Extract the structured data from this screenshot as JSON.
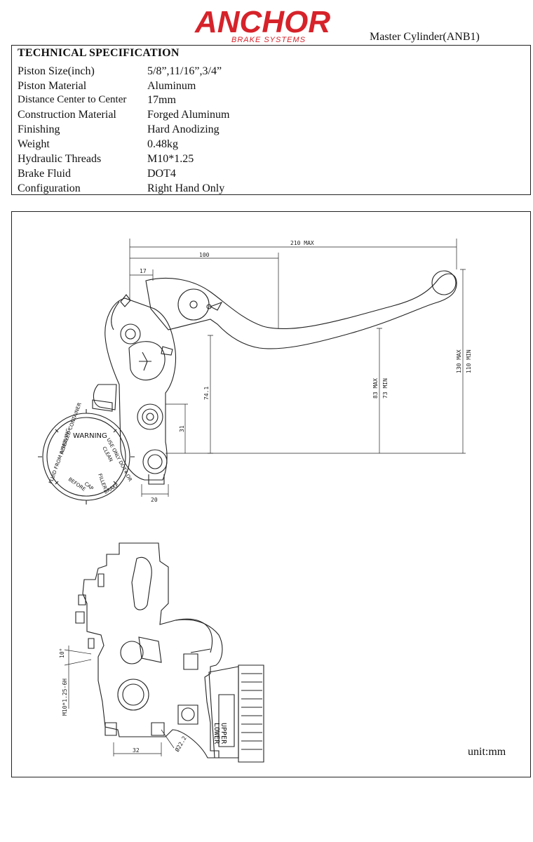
{
  "header": {
    "brand": "ANCHOR",
    "brand_tagline": "BRAKE SYSTEMS",
    "doc_title": "Master Cylinder(ANB1)",
    "brand_color": "#d6222a"
  },
  "spec": {
    "heading": "TECHNICAL SPECIFICATION",
    "rows": [
      {
        "label": "Piston Size(inch)",
        "value": "5/8”,11/16”,3/4”"
      },
      {
        "label": "Piston Material",
        "value": "Aluminum"
      },
      {
        "label": "Distance Center to Center",
        "value": "17mm"
      },
      {
        "label": "Construction Material",
        "value": "Forged Aluminum"
      },
      {
        "label": "Finishing",
        "value": "Hard Anodizing"
      },
      {
        "label": "Weight",
        "value": "0.48kg"
      },
      {
        "label": "Hydraulic Threads",
        "value": "M10*1.25"
      },
      {
        "label": "Brake Fluid",
        "value": "DOT4"
      },
      {
        "label": "Configuration",
        "value": "Right Hand Only"
      }
    ]
  },
  "drawing": {
    "dims": {
      "max210": "210 MAX",
      "d100": "100",
      "d17": "17",
      "d74": "74.1",
      "d31": "31",
      "d20": "20",
      "d83": "83 MAX",
      "d73": "73 MIN",
      "d130": "130 MAX",
      "d110": "110 MIN",
      "thread": "M10*1.25-6H",
      "angle": "10°",
      "d32": "32",
      "dia": "Ø22.2"
    },
    "cap_text": {
      "warning": "WARNING",
      "line1": "USE ONLY DOT4 OR",
      "line2": "CLEAN",
      "line3": "FILLER",
      "line4": "CAP",
      "line5": "BEFORE",
      "line6": "REMOVING",
      "line7": "FLUID FROM A SEALED CONTAINER",
      "line8": "BRAKE"
    },
    "side_labels": {
      "upper": "UPPER",
      "lower": "LOWER"
    },
    "unit": "unit:mm"
  }
}
